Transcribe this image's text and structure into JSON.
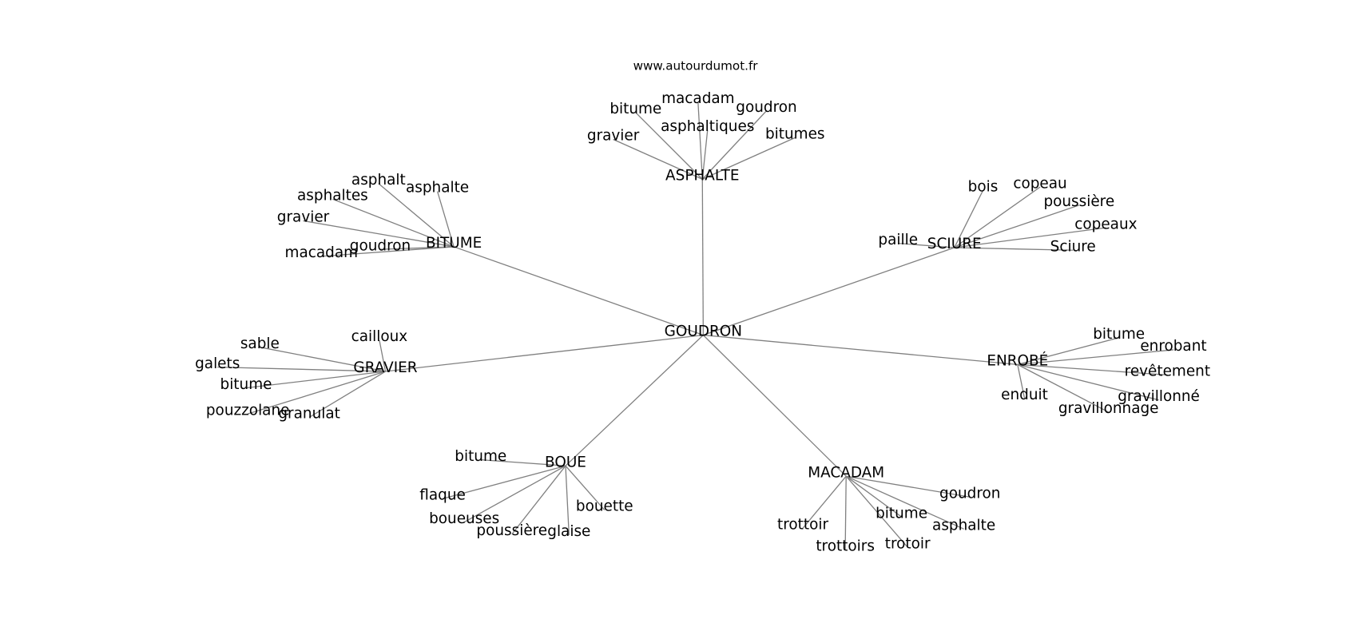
{
  "site_label": "www.autourdumot.fr",
  "root": "GOUDRON",
  "clusters": [
    {
      "hub": "ASPHALTE",
      "leaves": [
        "gravier",
        "bitume",
        "macadam",
        "asphaltiques",
        "goudron",
        "bitumes"
      ]
    },
    {
      "hub": "BITUME",
      "leaves": [
        "asphalt",
        "asphaltes",
        "gravier",
        "goudron",
        "macadam",
        "asphalte"
      ]
    },
    {
      "hub": "SCIURE",
      "leaves": [
        "bois",
        "copeau",
        "poussière",
        "copeaux",
        "Sciure",
        "paille"
      ]
    },
    {
      "hub": "GRAVIER",
      "leaves": [
        "cailloux",
        "sable",
        "galets",
        "bitume",
        "pouzzolane",
        "granulat"
      ]
    },
    {
      "hub": "ENROBÉ",
      "leaves": [
        "bitume",
        "enrobant",
        "revêtement",
        "gravillonné",
        "gravillonnage",
        "enduit"
      ]
    },
    {
      "hub": "BOUE",
      "leaves": [
        "bitume",
        "flaque",
        "boueuses",
        "poussière",
        "glaise",
        "bouette"
      ]
    },
    {
      "hub": "MACADAM",
      "leaves": [
        "goudron",
        "bitume",
        "asphalte",
        "trotoir",
        "trottoirs",
        "trottoir"
      ]
    }
  ],
  "colors": {
    "edge": "#808080",
    "text": "#000000",
    "background": "#ffffff"
  }
}
